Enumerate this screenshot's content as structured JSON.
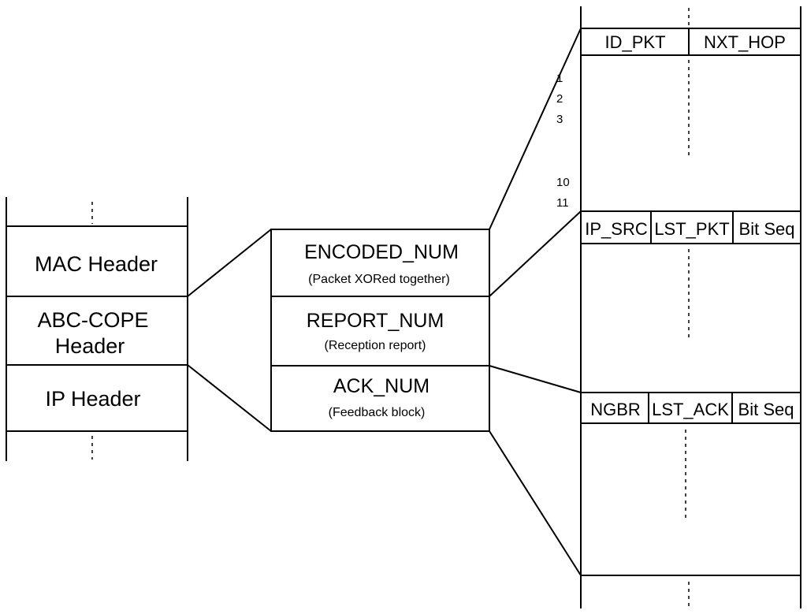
{
  "left_stack": {
    "mac_header": "MAC Header",
    "abc_cope_header_line1": "ABC-COPE",
    "abc_cope_header_line2": "Header",
    "ip_header": "IP Header"
  },
  "middle_block": {
    "encoded_num": "ENCODED_NUM",
    "encoded_num_desc": "(Packet XORed together)",
    "report_num": "REPORT_NUM",
    "report_num_desc": "(Reception report)",
    "ack_num": "ACK_NUM",
    "ack_num_desc": "(Feedback block)"
  },
  "encoded_table": {
    "columns": [
      "ID_PKT",
      "NXT_HOP"
    ],
    "row_indices": [
      "1",
      "2",
      "3",
      "10",
      "11"
    ]
  },
  "report_table": {
    "columns": [
      "IP_SRC",
      "LST_PKT",
      "Bit Seq"
    ]
  },
  "ack_table": {
    "columns": [
      "NGBR",
      "LST_ACK",
      "Bit Seq"
    ]
  }
}
